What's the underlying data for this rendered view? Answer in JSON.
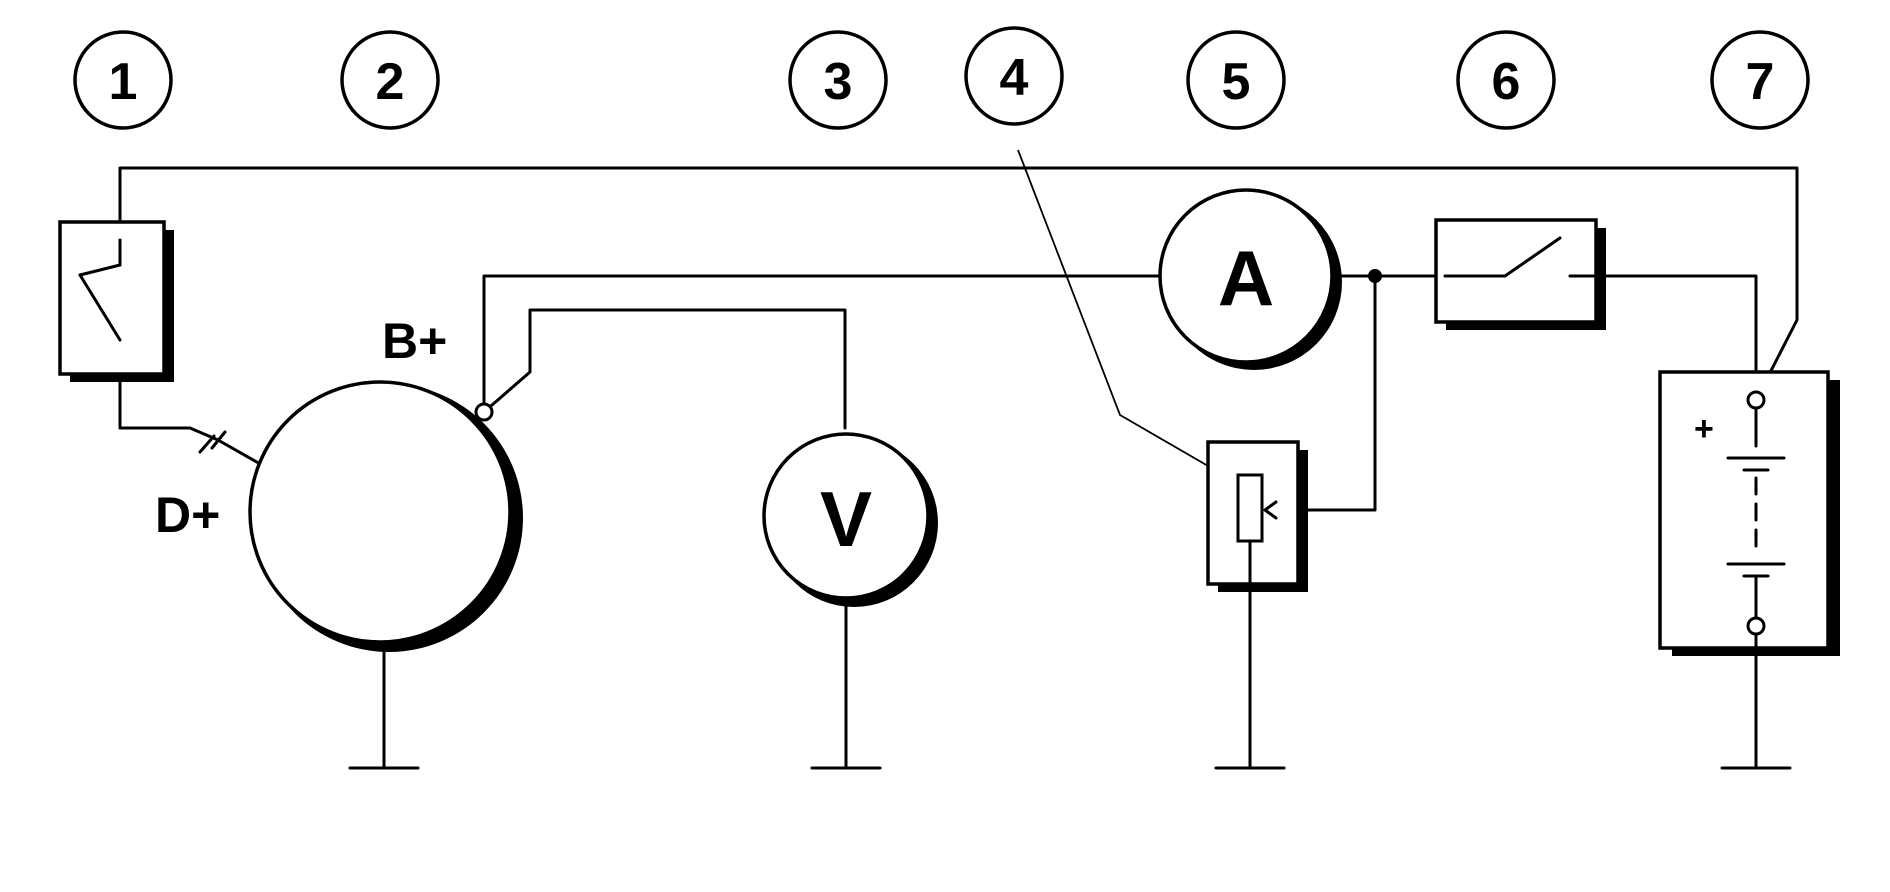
{
  "callouts": [
    "1",
    "2",
    "3",
    "4",
    "5",
    "6",
    "7"
  ],
  "terminals": {
    "d_plus": "D+",
    "b_plus": "B+"
  },
  "meters": {
    "ammeter": "A",
    "voltmeter": "V"
  },
  "battery": {
    "plus": "+"
  }
}
